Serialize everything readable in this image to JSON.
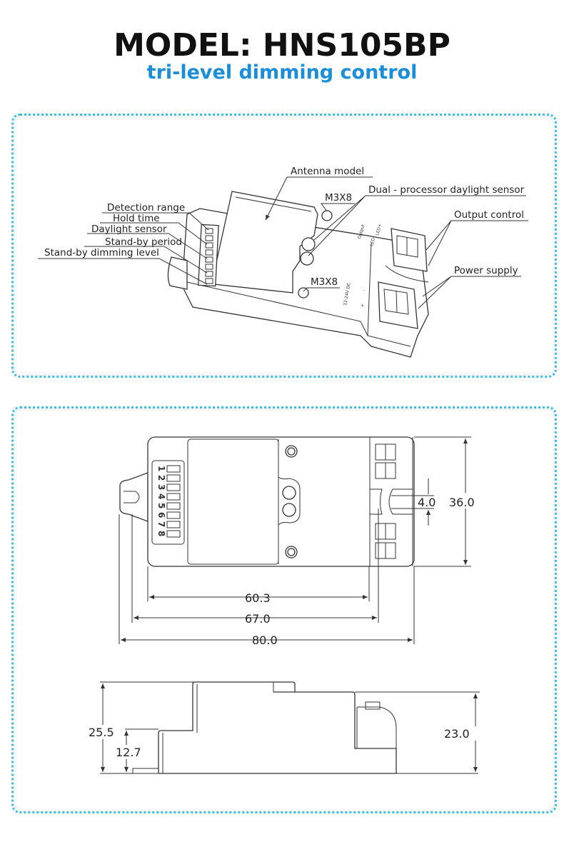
{
  "header": {
    "title": "MODEL: HNS105BP",
    "subtitle": "tri-level dimming control",
    "accent_color": "#1a8ed8",
    "frame_color": "#3bbde6"
  },
  "perspective_view": {
    "callouts": {
      "antenna": "Antenna model",
      "screw_top": "M3X8",
      "screw_bottom": "M3X8",
      "daylight_sensor_dual": "Dual - processor daylight sensor",
      "output_control": "Output control",
      "power_supply": "Power supply",
      "detection_range": "Detection range",
      "hold_time": "Hold time",
      "daylight_sensor": "Daylight sensor",
      "standby_period": "Stand-by period",
      "standby_dimming": "Stand-by dimming level"
    },
    "device_markings": {
      "output": "Output",
      "led_plus": "LED+",
      "led_minus": "LED-",
      "voltage": "12-24V DC",
      "plus": "+",
      "minus": "-"
    }
  },
  "top_view": {
    "dip_numbers": [
      "1",
      "2",
      "3",
      "4",
      "5",
      "6",
      "7",
      "8"
    ],
    "dims": {
      "d1": "60.3",
      "d2": "67.0",
      "d3": "80.0",
      "gap": "4.0",
      "width": "36.0"
    }
  },
  "side_view": {
    "dims": {
      "total_height": "25.5",
      "low_height": "12.7",
      "right_height": "23.0"
    }
  }
}
